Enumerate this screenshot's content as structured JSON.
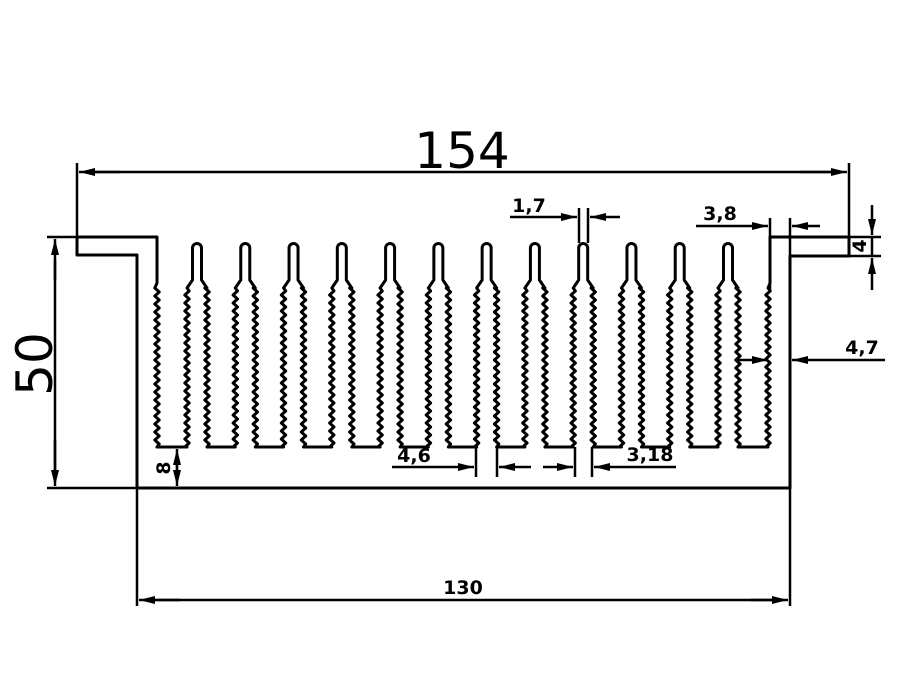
{
  "drawing": {
    "title": "Heatsink profile drawing",
    "fin_count": 12,
    "dimensions": {
      "overall_width": "154",
      "height": "50",
      "base_width": "130",
      "fin_tip_thickness": "1,7",
      "side_offset": "3,8",
      "lip_thickness": "4",
      "wall_thickness": "4,7",
      "slot_width": "4,6",
      "fin_root_thickness": "3,18",
      "base_thickness": "8"
    },
    "colors": {
      "line": "#000000",
      "background": "#ffffff"
    }
  }
}
